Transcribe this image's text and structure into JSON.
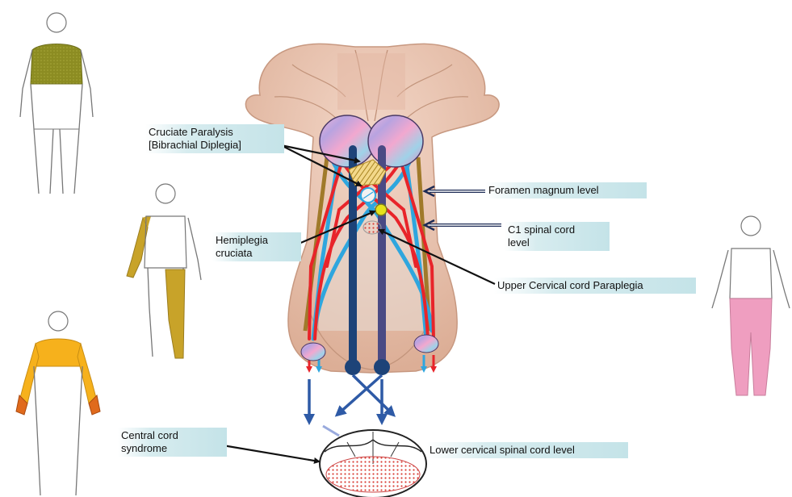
{
  "labels": {
    "cruciate_paralysis": "Cruciate Paralysis",
    "bibrachial_diplegia": "[Bibrachial Diplegia]",
    "foramen_magnum": "Foramen magnum level",
    "c1_line1": "C1 spinal cord",
    "c1_line2": "level",
    "hemiplegia_line1": "Hemiplegia",
    "hemiplegia_line2": "cruciata",
    "upper_cervical": "Upper Cervical cord Paraplegia",
    "central_cord_line1": "Central cord",
    "central_cord_line2": "syndrome",
    "lower_cervical": "Lower cervical spinal cord level"
  },
  "colors": {
    "brainstem": "#e9c2ad",
    "brainstem_shade": "#c99b83",
    "red_tract": "#e8242a",
    "blue_tract": "#2fa6de",
    "tan_tract": "#a07a2a",
    "navy_tract": "#1d4378",
    "purple_tract": "#4a4a84",
    "olive_fill": "#8a8a1f",
    "mustard_fill": "#c8a329",
    "orange_fill": "#f6b11c",
    "pink_fill": "#ef9ec0",
    "lesion_yellow": "#e6e21a",
    "label_bg": "#cbe6ea"
  },
  "icons": [
    "figure-bibrachial-icon",
    "figure-hemiplegia-icon",
    "figure-central-cord-icon",
    "figure-paraplegia-icon"
  ]
}
